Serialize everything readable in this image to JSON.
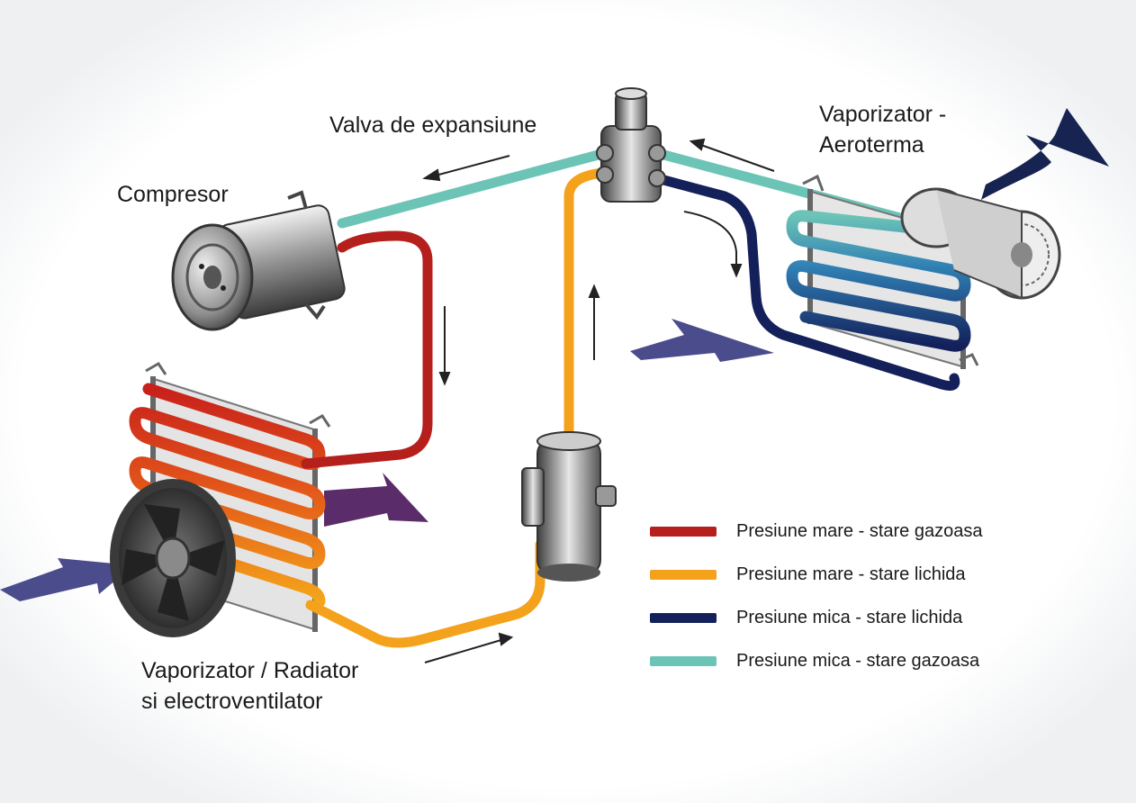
{
  "labels": {
    "expansion_valve": "Valva de expansiune",
    "evaporator_line1": "Vaporizator -",
    "evaporator_line2": "Aeroterma",
    "compressor": "Compresor",
    "condenser_line1": "Vaporizator / Radiator",
    "condenser_line2": "si electroventilator"
  },
  "legend": [
    {
      "label": "Presiune mare - stare gazoasa",
      "color": "#b51f1c"
    },
    {
      "label": "Presiune mare - stare lichida",
      "color": "#f4a21c"
    },
    {
      "label": "Presiune mica - stare lichida",
      "color": "#14205a"
    },
    {
      "label": "Presiune mica - stare gazoasa",
      "color": "#6cc4b6"
    }
  ],
  "colors": {
    "airflow_in": "#4a4c8c",
    "airflow_hot": "#5a2d6a",
    "airflow_out": "#172452"
  }
}
